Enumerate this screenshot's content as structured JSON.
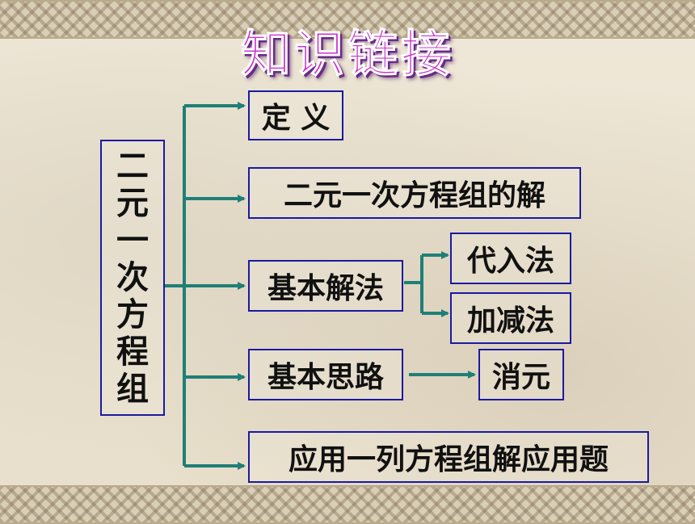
{
  "title": "知识链接",
  "root": "二元一次方程组",
  "nodes": {
    "n1": "定 义",
    "n2": "二元一次方程组的解",
    "n3": "基本解法",
    "n3a": "代入法",
    "n3b": "加减法",
    "n4": "基本思路",
    "n4a": "消元",
    "n5": "应用一列方程组解应用题"
  },
  "colors": {
    "title": "#cc33cc",
    "line": "#1f7f77",
    "border": "#1a1aa0"
  }
}
